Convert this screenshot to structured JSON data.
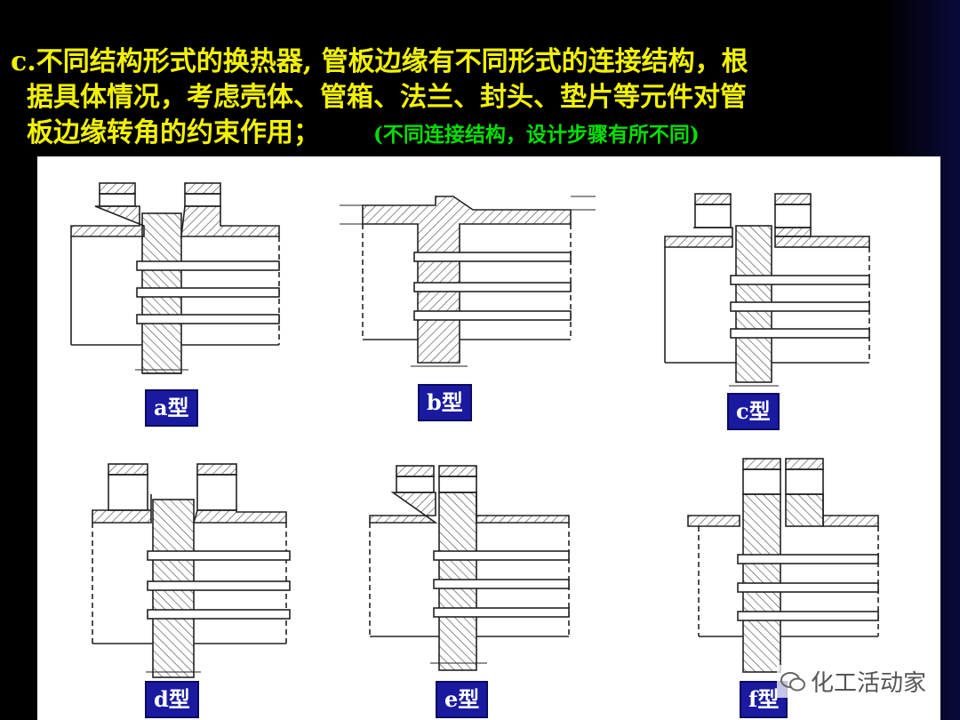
{
  "title": {
    "line1": "c.不同结构形式的换热器, 管板边缘有不同形式的连接结构，根",
    "line2": "据具体情况，考虑壳体、管箱、法兰、封头、垫片等元件对管",
    "line3": "板边缘转角的约束作用；",
    "note": "(不同连接结构，设计步骤有所不同)"
  },
  "figures": {
    "a": "a型",
    "b": "b型",
    "c": "c型",
    "d": "d型",
    "e": "e型",
    "f": "f型"
  },
  "watermark": "化工活动家",
  "colors": {
    "title": "#f2f200",
    "note": "#00e000",
    "label_bg": "#1a1aa0"
  }
}
